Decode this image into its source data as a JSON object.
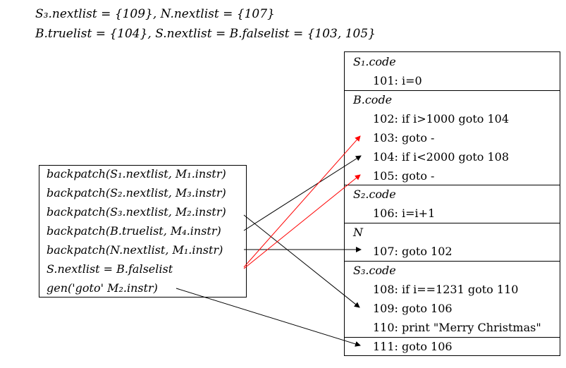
{
  "header": {
    "line1": "S₃.nextlist = {109}, N.nextlist = {107}",
    "line2": "B.truelist = {104}, S.nextlist = B.falselist = {103, 105}"
  },
  "actions": [
    "backpatch(S₁.nextlist, M₁.instr)",
    "backpatch(S₂.nextlist, M₃.instr)",
    "backpatch(S₃.nextlist, M₂.instr)",
    "backpatch(B.truelist, M₄.instr)",
    "backpatch(N.nextlist, M₁.instr)",
    "S.nextlist = B.falselist",
    "gen('goto' M₂.instr)"
  ],
  "sections": [
    {
      "name": "S₁.code",
      "lines": [
        "101:  i=0"
      ]
    },
    {
      "name": "B.code",
      "lines": [
        "102:  if i>1000 goto 104",
        "103:  goto -",
        "104:  if i<2000 goto 108",
        "105:  goto -"
      ]
    },
    {
      "name": "S₂.code",
      "lines": [
        "106:  i=i+1"
      ]
    },
    {
      "name": "N",
      "lines": [
        "107:  goto 102"
      ]
    },
    {
      "name": "S₃.code",
      "lines": [
        "108:  if i==1231 goto 110",
        "109:  goto 106",
        "110:  print \"Merry Christmas\""
      ]
    },
    {
      "name": "",
      "lines": [
        "111:  goto 106"
      ]
    }
  ],
  "colors": {
    "black_arrow": "#000000",
    "red_arrow": "#ff0000"
  }
}
